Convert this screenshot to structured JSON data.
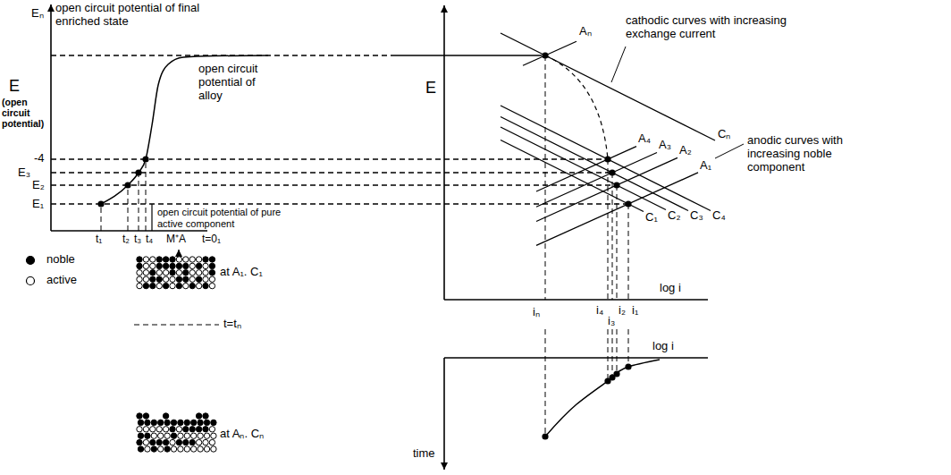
{
  "diagram": {
    "labels": [
      "open circuit potential of final enriched state",
      "Eₙ",
      "E",
      "(open circuit potential)",
      "open circuit potential of alloy",
      "-4",
      "E₃",
      "E₂",
      "E₁",
      "open circuit potential of pure active component",
      "t₁",
      "t₂",
      "t₃",
      "t₄",
      "M⁺A",
      "t=0₁",
      "at A₁. C₁",
      "t=tₙ",
      "at Aₙ. Cₙ",
      "time",
      "E",
      "Aₙ",
      "cathodic curves with increasing exchange current",
      "A₄",
      "A₃",
      "A₂",
      "A₁",
      "anodic curves with increasing noble component",
      "Cₙ",
      "C₁",
      "C₂",
      "C₃",
      "C₄",
      "log i",
      "iₙ",
      "i₄",
      "i₃",
      "i₂",
      "i₁",
      "log i"
    ],
    "legend": [
      {
        "text": "noble"
      },
      {
        "text": "active"
      }
    ]
  }
}
